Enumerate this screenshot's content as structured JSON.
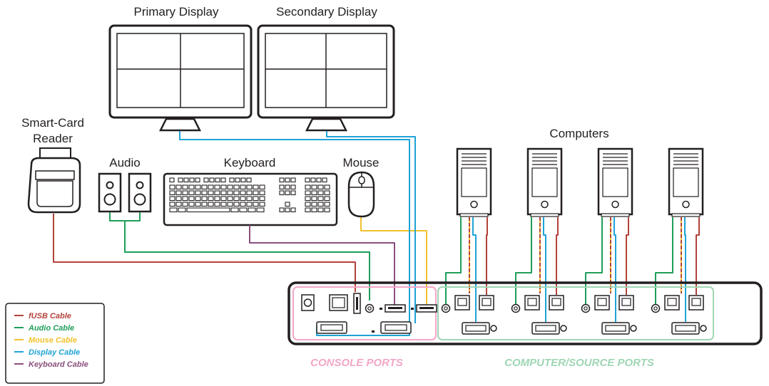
{
  "devices": {
    "primary_display": "Primary Display",
    "secondary_display": "Secondary Display",
    "smart_card_reader_line1": "Smart-Card",
    "smart_card_reader_line2": "Reader",
    "audio": "Audio",
    "keyboard": "Keyboard",
    "mouse": "Mouse",
    "computers": "Computers"
  },
  "sections": {
    "console_ports": "CONSOLE PORTS",
    "computer_source_ports": "COMPUTER/SOURCE PORTS"
  },
  "legend": [
    {
      "label": "fUSB Cable",
      "color": "#b3423a"
    },
    {
      "label": "Audio Cable",
      "color": "#1f9e5a"
    },
    {
      "label": "Mouse Cable",
      "color": "#f2c12e"
    },
    {
      "label": "Display Cable",
      "color": "#1fa3d6"
    },
    {
      "label": "Keyboard Cable",
      "color": "#8b4f7d"
    }
  ],
  "colors": {
    "usb": "#b3423a",
    "audio": "#1f9e5a",
    "mouse": "#f2c12e",
    "display": "#1fa3d6",
    "keyboard": "#8b4f7d",
    "console_ports": "#f3a6c8",
    "computer_ports": "#9fd6b4",
    "outline": "#231f20"
  }
}
